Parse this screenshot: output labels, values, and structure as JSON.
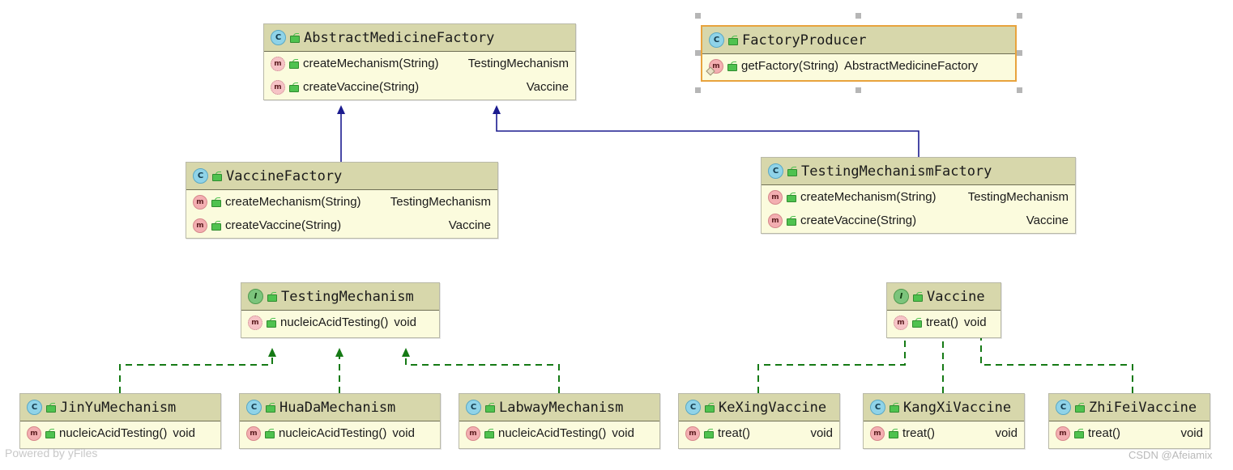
{
  "diagram": {
    "title": "Abstract Factory UML class diagram",
    "background": "#ffffff",
    "colors": {
      "node_header": "#d7d7ab",
      "node_body": "#fbfbdd",
      "node_border": "#b9b9a8",
      "inheritance_edge": "#1b1b8f",
      "realization_edge": "#157a15",
      "selection": "#e8a33d"
    }
  },
  "nodes": [
    {
      "id": "AbstractMedicineFactory",
      "kind": "class",
      "kind_icon": "class-icon",
      "visibility_icon": "unlocked-icon",
      "name": "AbstractMedicineFactory",
      "selected": false,
      "members": [
        {
          "icon": "abstract-method-icon",
          "signature": "createMechanism(String)",
          "return": "TestingMechanism",
          "tight": false
        },
        {
          "icon": "abstract-method-icon",
          "signature": "createVaccine(String)",
          "return": "Vaccine",
          "tight": false
        }
      ]
    },
    {
      "id": "FactoryProducer",
      "kind": "class",
      "kind_icon": "class-icon",
      "visibility_icon": "unlocked-icon",
      "name": "FactoryProducer",
      "selected": true,
      "members": [
        {
          "icon": "static-method-icon",
          "signature": "getFactory(String)",
          "return": "AbstractMedicineFactory",
          "tight": true
        }
      ]
    },
    {
      "id": "VaccineFactory",
      "kind": "class",
      "kind_icon": "class-icon",
      "visibility_icon": "unlocked-icon",
      "name": "VaccineFactory",
      "selected": false,
      "members": [
        {
          "icon": "method-icon",
          "signature": "createMechanism(String)",
          "return": "TestingMechanism",
          "tight": false
        },
        {
          "icon": "method-icon",
          "signature": "createVaccine(String)",
          "return": "Vaccine",
          "tight": false
        }
      ]
    },
    {
      "id": "TestingMechanismFactory",
      "kind": "class",
      "kind_icon": "class-icon",
      "visibility_icon": "unlocked-icon",
      "name": "TestingMechanismFactory",
      "selected": false,
      "members": [
        {
          "icon": "method-icon",
          "signature": "createMechanism(String)",
          "return": "TestingMechanism",
          "tight": false
        },
        {
          "icon": "method-icon",
          "signature": "createVaccine(String)",
          "return": "Vaccine",
          "tight": false
        }
      ]
    },
    {
      "id": "TestingMechanism",
      "kind": "interface",
      "kind_icon": "interface-icon",
      "visibility_icon": "unlocked-icon",
      "name": "TestingMechanism",
      "selected": false,
      "members": [
        {
          "icon": "abstract-method-icon",
          "signature": "nucleicAcidTesting()",
          "return": "void",
          "tight": true
        }
      ]
    },
    {
      "id": "Vaccine",
      "kind": "interface",
      "kind_icon": "interface-icon",
      "visibility_icon": "unlocked-icon",
      "name": "Vaccine",
      "selected": false,
      "members": [
        {
          "icon": "abstract-method-icon",
          "signature": "treat()",
          "return": "void",
          "tight": true
        }
      ]
    },
    {
      "id": "JinYuMechanism",
      "kind": "class",
      "kind_icon": "class-icon",
      "visibility_icon": "unlocked-icon",
      "name": "JinYuMechanism",
      "selected": false,
      "members": [
        {
          "icon": "method-icon",
          "signature": "nucleicAcidTesting()",
          "return": "void",
          "tight": true
        }
      ]
    },
    {
      "id": "HuaDaMechanism",
      "kind": "class",
      "kind_icon": "class-icon",
      "visibility_icon": "unlocked-icon",
      "name": "HuaDaMechanism",
      "selected": false,
      "members": [
        {
          "icon": "method-icon",
          "signature": "nucleicAcidTesting()",
          "return": "void",
          "tight": true
        }
      ]
    },
    {
      "id": "LabwayMechanism",
      "kind": "class",
      "kind_icon": "class-icon",
      "visibility_icon": "unlocked-icon",
      "name": "LabwayMechanism",
      "selected": false,
      "members": [
        {
          "icon": "method-icon",
          "signature": "nucleicAcidTesting()",
          "return": "void",
          "tight": true
        }
      ]
    },
    {
      "id": "KeXingVaccine",
      "kind": "class",
      "kind_icon": "class-icon",
      "visibility_icon": "unlocked-icon",
      "name": "KeXingVaccine",
      "selected": false,
      "members": [
        {
          "icon": "method-icon",
          "signature": "treat()",
          "return": "void",
          "tight": false
        }
      ]
    },
    {
      "id": "KangXiVaccine",
      "kind": "class",
      "kind_icon": "class-icon",
      "visibility_icon": "unlocked-icon",
      "name": "KangXiVaccine",
      "selected": false,
      "members": [
        {
          "icon": "method-icon",
          "signature": "treat()",
          "return": "void",
          "tight": false
        }
      ]
    },
    {
      "id": "ZhiFeiVaccine",
      "kind": "class",
      "kind_icon": "class-icon",
      "visibility_icon": "unlocked-icon",
      "name": "ZhiFeiVaccine",
      "selected": false,
      "members": [
        {
          "icon": "method-icon",
          "signature": "treat()",
          "return": "void",
          "tight": false
        }
      ]
    }
  ],
  "edges": [
    {
      "from": "VaccineFactory",
      "to": "AbstractMedicineFactory",
      "type": "inheritance"
    },
    {
      "from": "TestingMechanismFactory",
      "to": "AbstractMedicineFactory",
      "type": "inheritance"
    },
    {
      "from": "JinYuMechanism",
      "to": "TestingMechanism",
      "type": "realization"
    },
    {
      "from": "HuaDaMechanism",
      "to": "TestingMechanism",
      "type": "realization"
    },
    {
      "from": "LabwayMechanism",
      "to": "TestingMechanism",
      "type": "realization"
    },
    {
      "from": "KeXingVaccine",
      "to": "Vaccine",
      "type": "realization"
    },
    {
      "from": "KangXiVaccine",
      "to": "Vaccine",
      "type": "realization"
    },
    {
      "from": "ZhiFeiVaccine",
      "to": "Vaccine",
      "type": "realization"
    }
  ],
  "watermarks": {
    "yfiles": "Powered by yFiles",
    "csdn": "CSDN @Afeiamix"
  }
}
